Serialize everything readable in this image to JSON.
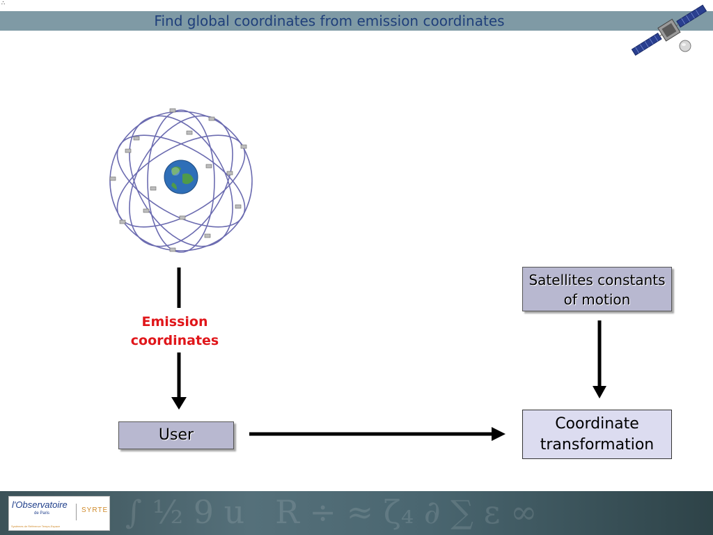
{
  "title": "Find global coordinates from emission coordinates",
  "corner_mark": "∴",
  "diagram": {
    "user_label": "User",
    "emission_label_line1": "Emission",
    "emission_label_line2": "coordinates",
    "constants_line1": "Satellites constants",
    "constants_line2": "of motion",
    "transform_line1": "Coordinate",
    "transform_line2": "transformation"
  },
  "icons": {
    "satellite": "satellite-icon",
    "constellation": "gps-constellation-icon",
    "earth": "earth-icon"
  },
  "colors": {
    "title_bar": "#7f9aa5",
    "title_text": "#1f3f7a",
    "emission_label": "#e0161a",
    "box_shadowed": "#b8b8d0",
    "box_plain": "#dcdcf0",
    "orbit": "#6b6bb0"
  },
  "footer": {
    "logo_main": "l'Observatoire",
    "logo_sub": "de Paris",
    "logo_right": "SYRTE",
    "logo_tag": "Systèmes de Référence Temps-Espace"
  }
}
